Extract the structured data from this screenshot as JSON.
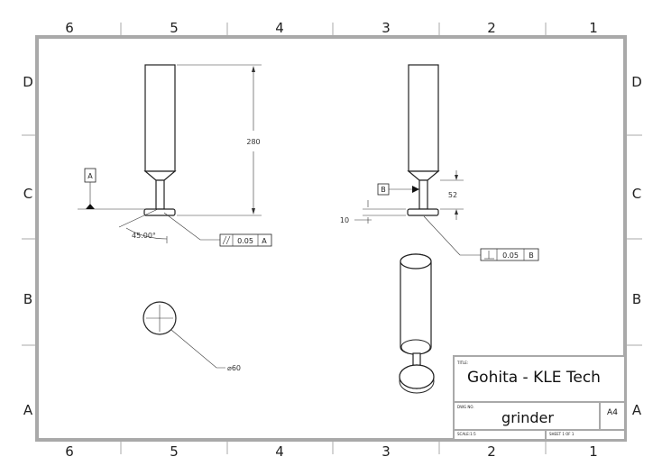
{
  "sheet": {
    "columns": [
      "6",
      "5",
      "4",
      "3",
      "2",
      "1"
    ],
    "rows": [
      "D",
      "C",
      "B",
      "A"
    ]
  },
  "title_block": {
    "title_label": "TITLE:",
    "title": "Gohita - KLE Tech",
    "dwg_no_label": "DWG NO.",
    "dwg_no": "grinder",
    "size": "A4",
    "scale_label": "SCALE:1:5",
    "sheet_label": "SHEET 1 OF 1"
  },
  "annotations": {
    "height_dim": "280",
    "angle_dim": "45.00°",
    "datum_a": "A",
    "datum_b": "B",
    "parallelism_tol": "0.05",
    "parallelism_ref": "A",
    "perpendicularity_tol": "0.05",
    "perpendicularity_ref": "B",
    "small_height_dim": "52",
    "thickness_dim": "10",
    "diameter_dim": "⌀60"
  }
}
